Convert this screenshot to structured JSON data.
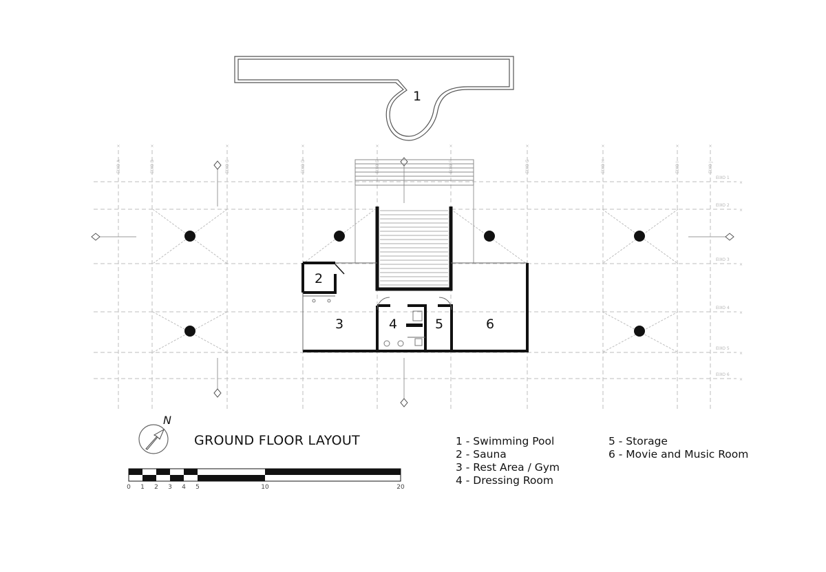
{
  "title": "GROUND FLOOR LAYOUT",
  "north_label": "N",
  "rooms": [
    {
      "id": "1",
      "number": "1"
    },
    {
      "id": "2",
      "number": "2"
    },
    {
      "id": "3",
      "number": "3"
    },
    {
      "id": "4",
      "number": "4"
    },
    {
      "id": "5",
      "number": "5"
    },
    {
      "id": "6",
      "number": "6"
    }
  ],
  "legend": {
    "left": [
      "1 - Swimming Pool",
      "2 - Sauna",
      "3 - Rest Area / Gym",
      "4 - Dressing Room"
    ],
    "right": [
      "5 - Storage",
      "6 - Movie and Music Room"
    ]
  },
  "scale_bar": {
    "ticks": [
      "0",
      "1",
      "2",
      "3",
      "4",
      "5",
      "10",
      "20"
    ]
  },
  "grid_axes": {
    "columns": [
      "EIXO A",
      "EIXO B",
      "EIXO C",
      "EIXO D",
      "EIXO E",
      "EIXO F",
      "EIXO G",
      "EIXO H",
      "EIXO I",
      "EIXO J"
    ],
    "rows": [
      "EIXO 1",
      "EIXO 2",
      "EIXO 3",
      "EIXO 4",
      "EIXO 5",
      "EIXO 6"
    ]
  },
  "colors": {
    "wall": "#111111",
    "grid": "#bdbdbd",
    "thin_line": "#777777"
  }
}
